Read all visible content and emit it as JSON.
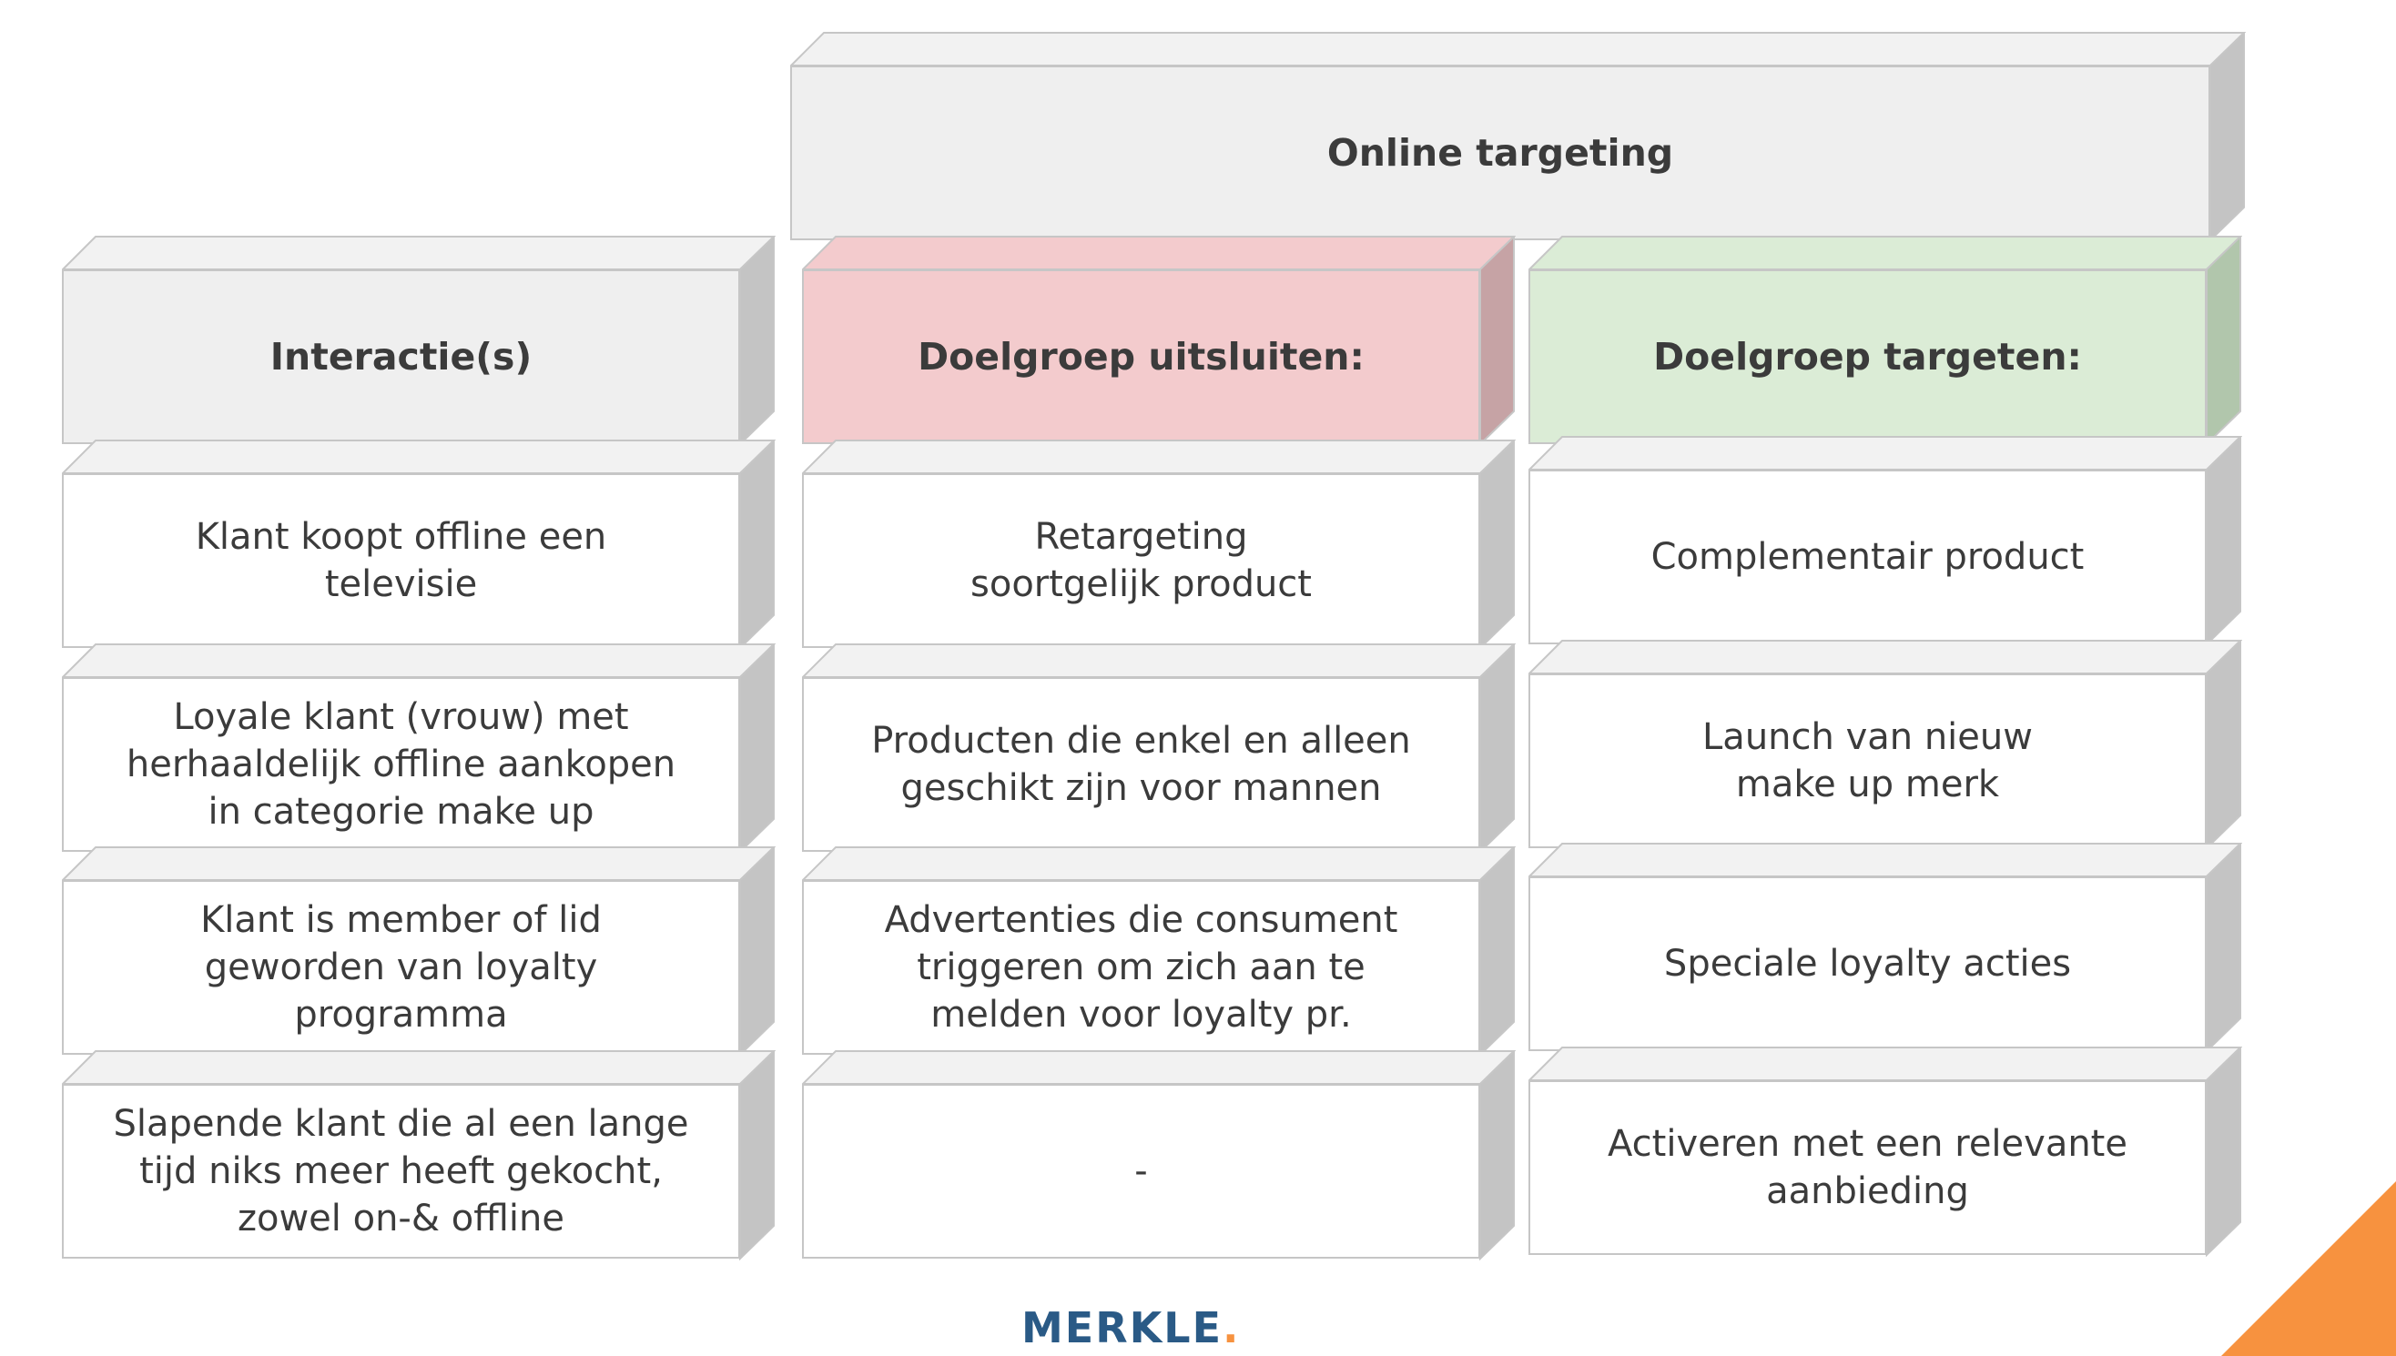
{
  "online_header": {
    "label": "Online targeting"
  },
  "columns": [
    {
      "header": "Interactie(s)",
      "cells": [
        "Klant koopt offline een\ntelevisie",
        "Loyale klant (vrouw) met\nherhaaldelijk offline aankopen\nin categorie make up",
        "Klant is member of lid\ngeworden van loyalty\nprogramma",
        "Slapende klant die al een lange\ntijd niks meer heeft gekocht,\nzowel on-& offline"
      ]
    },
    {
      "header": "Doelgroep uitsluiten:",
      "cells": [
        "Retargeting\nsoortgelijk product",
        "Producten die enkel en alleen\ngeschikt zijn voor mannen",
        "Advertenties die consument\ntriggeren om zich aan te\nmelden voor loyalty pr.",
        "-"
      ]
    },
    {
      "header": "Doelgroep targeten:",
      "cells": [
        "Complementair product",
        "Launch van nieuw\nmake up merk",
        "Speciale loyalty acties",
        "Activeren met een relevante\naanbieding"
      ]
    }
  ],
  "colors": {
    "neutral_front": "#efefef",
    "neutral_top": "#f2f2f2",
    "neutral_side": "#c4c4c4",
    "white_front": "#ffffff",
    "exclude_front": "#f3cbcd",
    "exclude_side": "#c6a3a5",
    "target_front": "#dbecd6",
    "target_side": "#b1c6ac",
    "accent": "#f7923f"
  },
  "brand": {
    "logo_text": "MERKLE",
    "logo_mark": "."
  }
}
